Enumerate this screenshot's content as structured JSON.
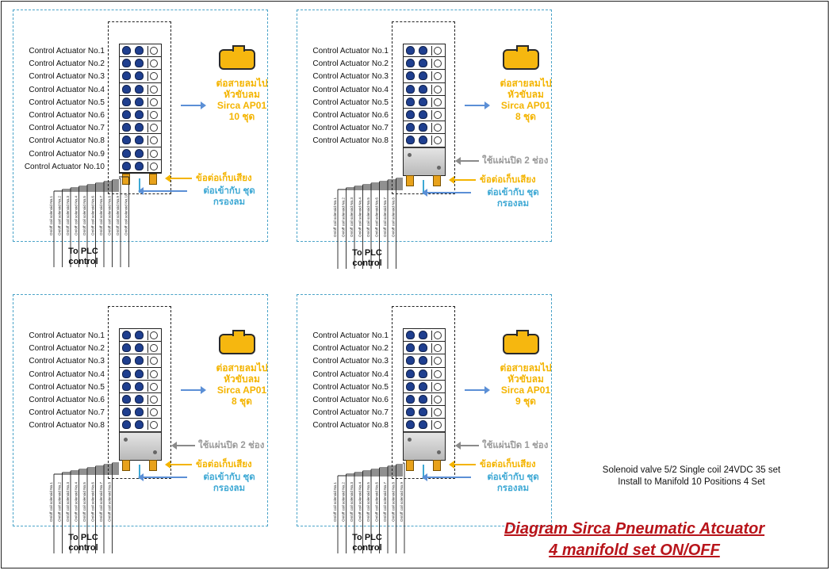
{
  "panels": [
    {
      "actuators": [
        "Control Actuator No.1",
        "Control Actuator No.2",
        "Control Actuator No.3",
        "Control Actuator No.4",
        "Control Actuator No.5",
        "Control Actuator No.6",
        "Control Actuator No.7",
        "Control Actuator No.8",
        "Control Actuator No.9",
        "Control Actuator No.10"
      ],
      "tube_note": [
        "ต่อสายลมไป",
        "หัวขับลม",
        "Sirca AP01",
        "10 ชุด"
      ],
      "blank_plate_note": "",
      "wire_labels": [
        "On/off coil solenoid No.1",
        "On/off coil solenoid No.2",
        "On/off coil solenoid No.3",
        "On/off coil solenoid No.4",
        "On/off coil solenoid No.5",
        "On/off coil solenoid No.6",
        "On/off coil solenoid No.7",
        "On/off coil solenoid No.8",
        "On/off coil solenoid No.9",
        "On/off coil solenoid No.10"
      ]
    },
    {
      "actuators": [
        "Control Actuator No.1",
        "Control Actuator No.2",
        "Control Actuator No.3",
        "Control Actuator No.4",
        "Control Actuator No.5",
        "Control Actuator No.6",
        "Control Actuator No.7",
        "Control Actuator No.8"
      ],
      "tube_note": [
        "ต่อสายลมไป",
        "หัวขับลม",
        "Sirca AP01",
        "8 ชุด"
      ],
      "blank_plate_note": "ใช้แผ่นปิด 2 ช่อง",
      "wire_labels": [
        "On/off coil solenoid No.1",
        "On/off coil solenoid No.2",
        "On/off coil solenoid No.3",
        "On/off coil solenoid No.4",
        "On/off coil solenoid No.5",
        "On/off coil solenoid No.6",
        "On/off coil solenoid No.7",
        "On/off coil solenoid No.8"
      ]
    },
    {
      "actuators": [
        "Control Actuator No.1",
        "Control Actuator No.2",
        "Control Actuator No.3",
        "Control Actuator No.4",
        "Control Actuator No.5",
        "Control Actuator No.6",
        "Control Actuator No.7",
        "Control Actuator No.8"
      ],
      "tube_note": [
        "ต่อสายลมไป",
        "หัวขับลม",
        "Sirca AP01",
        "8 ชุด"
      ],
      "blank_plate_note": "ใช้แผ่นปิด 2 ช่อง",
      "wire_labels": [
        "On/off coil solenoid No.1",
        "On/off coil solenoid No.2",
        "On/off coil solenoid No.3",
        "On/off coil solenoid No.4",
        "On/off coil solenoid No.5",
        "On/off coil solenoid No.6",
        "On/off coil solenoid No.7",
        "On/off coil solenoid No.8"
      ]
    },
    {
      "actuators": [
        "Control Actuator No.1",
        "Control Actuator No.2",
        "Control Actuator No.3",
        "Control Actuator No.4",
        "Control Actuator No.5",
        "Control Actuator No.6",
        "Control Actuator No.7",
        "Control Actuator No.8"
      ],
      "tube_note": [
        "ต่อสายลมไป",
        "หัวขับลม",
        "Sirca AP01",
        "9 ชุด"
      ],
      "blank_plate_note": "ใช้แผ่นปิด 1 ช่อง",
      "wire_labels": [
        "On/off coil solenoid No.1",
        "On/off coil solenoid No.2",
        "On/off coil solenoid No.3",
        "On/off coil solenoid No.4",
        "On/off coil solenoid No.5",
        "On/off coil solenoid No.6",
        "On/off coil solenoid No.7",
        "On/off coil solenoid No.8",
        "On/off coil solenoid No.9"
      ]
    }
  ],
  "common": {
    "exhaust_note": "ข้อต่อเก็บเสียง",
    "air_in_note": [
      "ต่อเข้ากับ ชุด",
      "กรองลม"
    ],
    "plc_label": [
      "To PLC",
      "control"
    ]
  },
  "summary": [
    "Solenoid valve 5/2 Single coil 24VDC  35 set",
    "Install to Manifold 10 Positions 4 Set"
  ],
  "title": [
    "Diagram Sirca Pneumatic Atcuator",
    "4 manifold set ON/OFF"
  ],
  "colors": {
    "note_yellow": "#f4b400",
    "note_blue": "#3da8d4",
    "title_red": "#b8141a",
    "coil_blue": "#1f3f8f"
  }
}
